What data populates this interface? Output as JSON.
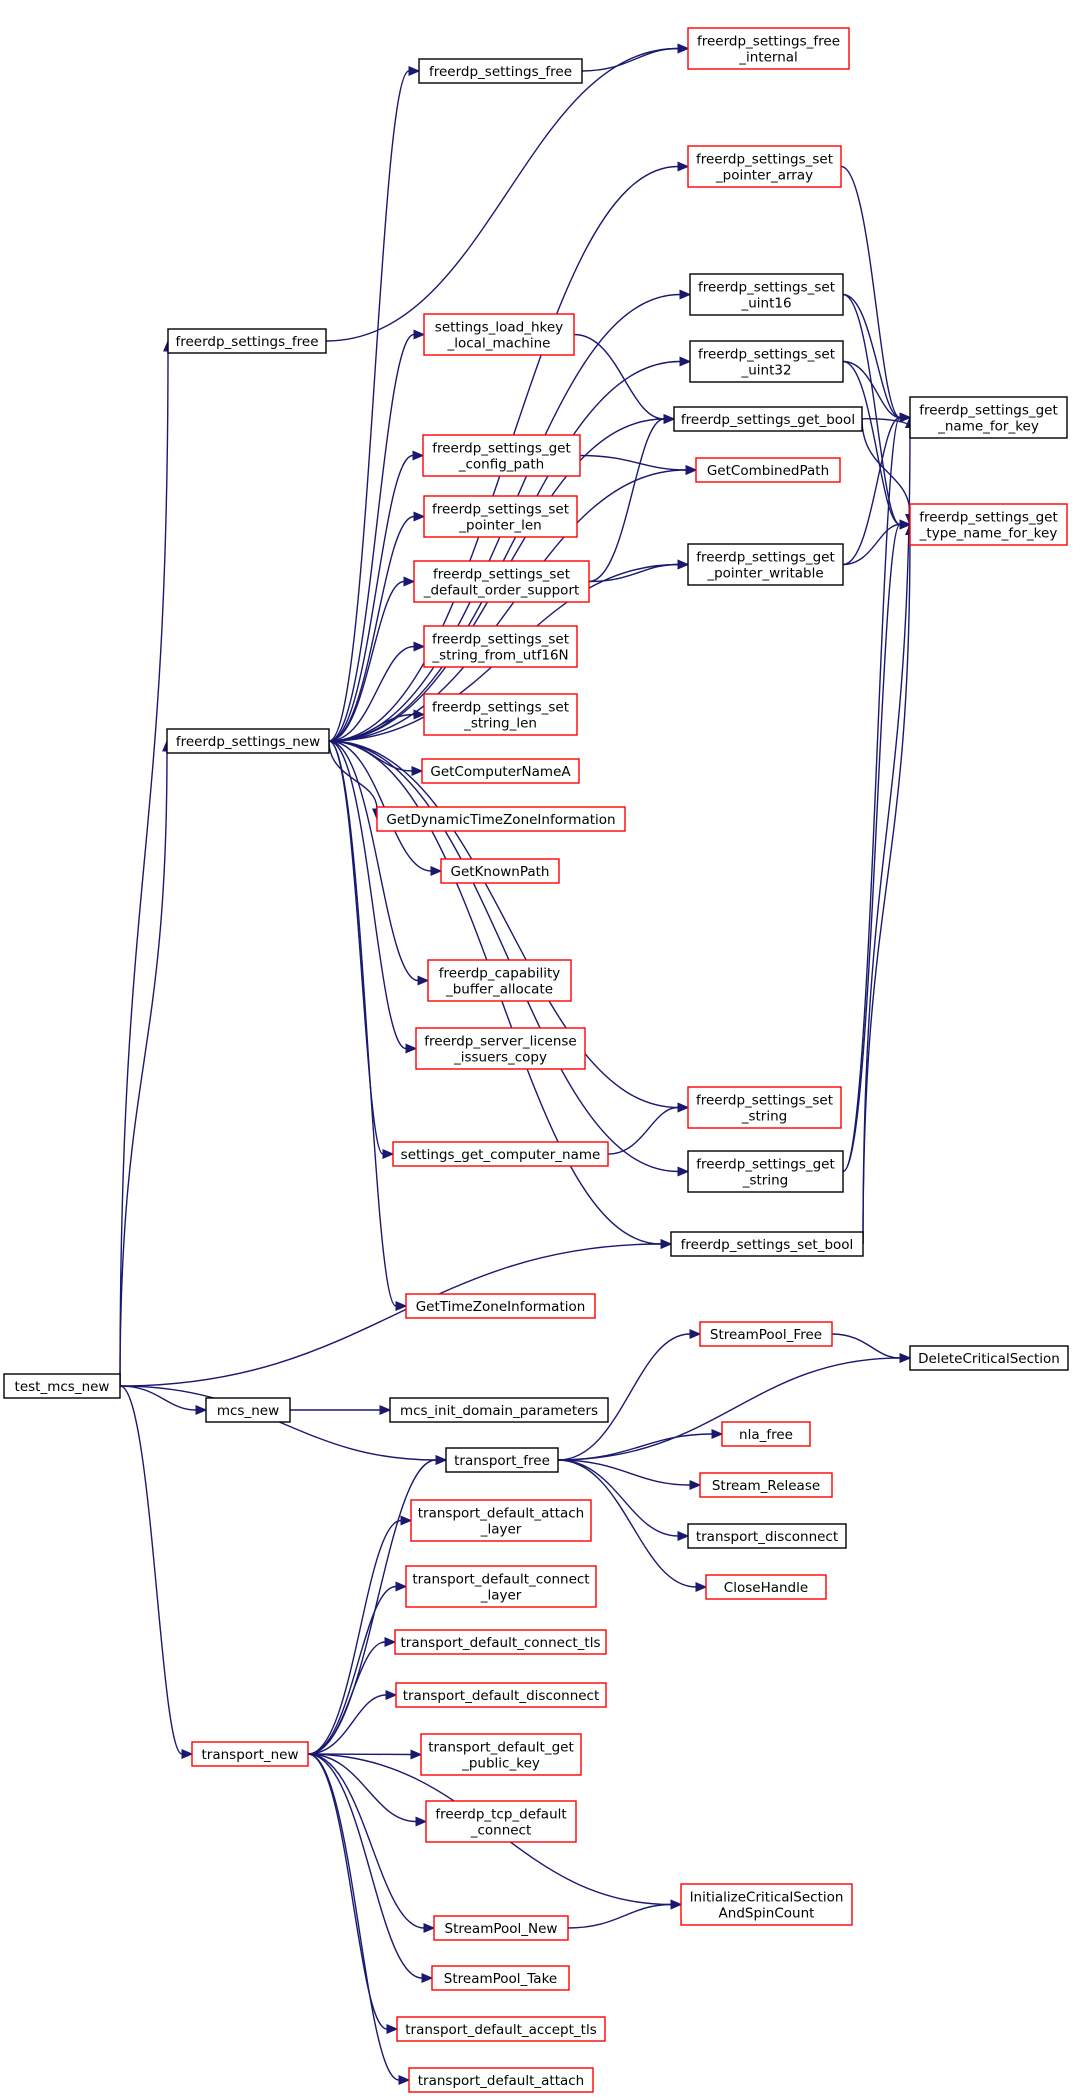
{
  "colors": {
    "edge": "#191970",
    "border_documented": "#000000",
    "border_undocumented": "#ff0000",
    "root_fill": "#bfbfbf",
    "background": "#ffffff"
  },
  "nodes": [
    {
      "id": "test_mcs_new",
      "lines": [
        "test_mcs_new"
      ],
      "kind": "root"
    },
    {
      "id": "settings_free_top",
      "lines": [
        "freerdp_settings_free"
      ],
      "kind": "black"
    },
    {
      "id": "settings_free_mid",
      "lines": [
        "freerdp_settings_free"
      ],
      "kind": "black"
    },
    {
      "id": "settings_free_internal",
      "lines": [
        "freerdp_settings_free",
        "_internal"
      ],
      "kind": "red"
    },
    {
      "id": "set_pointer_array",
      "lines": [
        "freerdp_settings_set",
        "_pointer_array"
      ],
      "kind": "red"
    },
    {
      "id": "set_uint16",
      "lines": [
        "freerdp_settings_set",
        "_uint16"
      ],
      "kind": "black"
    },
    {
      "id": "set_uint32",
      "lines": [
        "freerdp_settings_set",
        "_uint32"
      ],
      "kind": "black"
    },
    {
      "id": "load_hkey",
      "lines": [
        "settings_load_hkey",
        "_local_machine"
      ],
      "kind": "red"
    },
    {
      "id": "get_bool",
      "lines": [
        "freerdp_settings_get_bool"
      ],
      "kind": "black"
    },
    {
      "id": "get_name_for_key",
      "lines": [
        "freerdp_settings_get",
        "_name_for_key"
      ],
      "kind": "black"
    },
    {
      "id": "get_config_path",
      "lines": [
        "freerdp_settings_get",
        "_config_path"
      ],
      "kind": "red"
    },
    {
      "id": "get_combined_path",
      "lines": [
        "GetCombinedPath"
      ],
      "kind": "red"
    },
    {
      "id": "set_pointer_len",
      "lines": [
        "freerdp_settings_set",
        "_pointer_len"
      ],
      "kind": "red"
    },
    {
      "id": "get_type_name_for_key",
      "lines": [
        "freerdp_settings_get",
        "_type_name_for_key"
      ],
      "kind": "red"
    },
    {
      "id": "set_default_order_support",
      "lines": [
        "freerdp_settings_set",
        "_default_order_support"
      ],
      "kind": "red"
    },
    {
      "id": "get_pointer_writable",
      "lines": [
        "freerdp_settings_get",
        "_pointer_writable"
      ],
      "kind": "black"
    },
    {
      "id": "set_string_from_utf16n",
      "lines": [
        "freerdp_settings_set",
        "_string_from_utf16N"
      ],
      "kind": "red"
    },
    {
      "id": "set_string_len",
      "lines": [
        "freerdp_settings_set",
        "_string_len"
      ],
      "kind": "red"
    },
    {
      "id": "settings_new",
      "lines": [
        "freerdp_settings_new"
      ],
      "kind": "black"
    },
    {
      "id": "get_computer_name_a",
      "lines": [
        "GetComputerNameA"
      ],
      "kind": "red"
    },
    {
      "id": "get_dynamic_tz",
      "lines": [
        "GetDynamicTimeZoneInformation"
      ],
      "kind": "red"
    },
    {
      "id": "get_known_path",
      "lines": [
        "GetKnownPath"
      ],
      "kind": "red"
    },
    {
      "id": "capability_buffer_allocate",
      "lines": [
        "freerdp_capability",
        "_buffer_allocate"
      ],
      "kind": "red"
    },
    {
      "id": "server_license_issuers_copy",
      "lines": [
        "freerdp_server_license",
        "_issuers_copy"
      ],
      "kind": "red"
    },
    {
      "id": "set_string",
      "lines": [
        "freerdp_settings_set",
        "_string"
      ],
      "kind": "red"
    },
    {
      "id": "get_computer_name",
      "lines": [
        "settings_get_computer_name"
      ],
      "kind": "red"
    },
    {
      "id": "get_string",
      "lines": [
        "freerdp_settings_get",
        "_string"
      ],
      "kind": "black"
    },
    {
      "id": "set_bool",
      "lines": [
        "freerdp_settings_set_bool"
      ],
      "kind": "black"
    },
    {
      "id": "get_tz",
      "lines": [
        "GetTimeZoneInformation"
      ],
      "kind": "red"
    },
    {
      "id": "streampool_free",
      "lines": [
        "StreamPool_Free"
      ],
      "kind": "red"
    },
    {
      "id": "delete_critical_section",
      "lines": [
        "DeleteCriticalSection"
      ],
      "kind": "black"
    },
    {
      "id": "mcs_new",
      "lines": [
        "mcs_new"
      ],
      "kind": "black"
    },
    {
      "id": "mcs_init_domain_parameters",
      "lines": [
        "mcs_init_domain_parameters"
      ],
      "kind": "black"
    },
    {
      "id": "nla_free",
      "lines": [
        "nla_free"
      ],
      "kind": "red"
    },
    {
      "id": "transport_free",
      "lines": [
        "transport_free"
      ],
      "kind": "black"
    },
    {
      "id": "stream_release",
      "lines": [
        "Stream_Release"
      ],
      "kind": "red"
    },
    {
      "id": "transport_disconnect",
      "lines": [
        "transport_disconnect"
      ],
      "kind": "black"
    },
    {
      "id": "close_handle",
      "lines": [
        "CloseHandle"
      ],
      "kind": "red"
    },
    {
      "id": "attach_layer",
      "lines": [
        "transport_default_attach",
        "_layer"
      ],
      "kind": "red"
    },
    {
      "id": "connect_layer",
      "lines": [
        "transport_default_connect",
        "_layer"
      ],
      "kind": "red"
    },
    {
      "id": "connect_tls",
      "lines": [
        "transport_default_connect_tls"
      ],
      "kind": "red"
    },
    {
      "id": "default_disconnect",
      "lines": [
        "transport_default_disconnect"
      ],
      "kind": "red"
    },
    {
      "id": "get_public_key",
      "lines": [
        "transport_default_get",
        "_public_key"
      ],
      "kind": "red"
    },
    {
      "id": "tcp_default_connect",
      "lines": [
        "freerdp_tcp_default",
        "_connect"
      ],
      "kind": "red"
    },
    {
      "id": "transport_new",
      "lines": [
        "transport_new"
      ],
      "kind": "red"
    },
    {
      "id": "init_critical_section",
      "lines": [
        "InitializeCriticalSection",
        "AndSpinCount"
      ],
      "kind": "red"
    },
    {
      "id": "streampool_new",
      "lines": [
        "StreamPool_New"
      ],
      "kind": "red"
    },
    {
      "id": "streampool_take",
      "lines": [
        "StreamPool_Take"
      ],
      "kind": "red"
    },
    {
      "id": "accept_tls",
      "lines": [
        "transport_default_accept_tls"
      ],
      "kind": "red"
    },
    {
      "id": "default_attach",
      "lines": [
        "transport_default_attach"
      ],
      "kind": "red"
    }
  ],
  "edges": [
    [
      "test_mcs_new",
      "settings_free_top"
    ],
    [
      "test_mcs_new",
      "settings_new"
    ],
    [
      "test_mcs_new",
      "set_bool"
    ],
    [
      "test_mcs_new",
      "mcs_new"
    ],
    [
      "test_mcs_new",
      "transport_free"
    ],
    [
      "test_mcs_new",
      "transport_new"
    ],
    [
      "settings_free_top",
      "settings_free_internal"
    ],
    [
      "settings_free_mid",
      "settings_free_internal"
    ],
    [
      "settings_new",
      "settings_free_mid"
    ],
    [
      "settings_new",
      "set_pointer_array"
    ],
    [
      "settings_new",
      "set_uint16"
    ],
    [
      "settings_new",
      "set_uint32"
    ],
    [
      "settings_new",
      "load_hkey"
    ],
    [
      "settings_new",
      "get_bool"
    ],
    [
      "settings_new",
      "get_config_path"
    ],
    [
      "settings_new",
      "get_combined_path"
    ],
    [
      "settings_new",
      "set_pointer_len"
    ],
    [
      "settings_new",
      "set_default_order_support"
    ],
    [
      "settings_new",
      "set_string_from_utf16n"
    ],
    [
      "settings_new",
      "set_string_len"
    ],
    [
      "settings_new",
      "get_computer_name_a"
    ],
    [
      "settings_new",
      "get_dynamic_tz"
    ],
    [
      "settings_new",
      "get_known_path"
    ],
    [
      "settings_new",
      "get_pointer_writable"
    ],
    [
      "settings_new",
      "capability_buffer_allocate"
    ],
    [
      "settings_new",
      "server_license_issuers_copy"
    ],
    [
      "settings_new",
      "set_string"
    ],
    [
      "settings_new",
      "get_computer_name"
    ],
    [
      "settings_new",
      "get_string"
    ],
    [
      "settings_new",
      "set_bool"
    ],
    [
      "settings_new",
      "get_tz"
    ],
    [
      "set_pointer_array",
      "get_name_for_key"
    ],
    [
      "set_uint16",
      "get_name_for_key"
    ],
    [
      "set_uint16",
      "get_type_name_for_key"
    ],
    [
      "set_uint32",
      "get_name_for_key"
    ],
    [
      "set_uint32",
      "get_type_name_for_key"
    ],
    [
      "load_hkey",
      "get_bool"
    ],
    [
      "get_bool",
      "get_name_for_key"
    ],
    [
      "get_bool",
      "get_type_name_for_key"
    ],
    [
      "get_config_path",
      "get_combined_path"
    ],
    [
      "set_default_order_support",
      "get_bool"
    ],
    [
      "set_default_order_support",
      "get_pointer_writable"
    ],
    [
      "get_pointer_writable",
      "get_name_for_key"
    ],
    [
      "get_pointer_writable",
      "get_type_name_for_key"
    ],
    [
      "get_computer_name",
      "set_string"
    ],
    [
      "get_string",
      "get_name_for_key"
    ],
    [
      "get_string",
      "get_type_name_for_key"
    ],
    [
      "set_bool",
      "get_name_for_key"
    ],
    [
      "set_bool",
      "get_type_name_for_key"
    ],
    [
      "mcs_new",
      "mcs_init_domain_parameters"
    ],
    [
      "transport_free",
      "streampool_free"
    ],
    [
      "transport_free",
      "delete_critical_section"
    ],
    [
      "transport_free",
      "nla_free"
    ],
    [
      "transport_free",
      "stream_release"
    ],
    [
      "transport_free",
      "transport_disconnect"
    ],
    [
      "transport_free",
      "close_handle"
    ],
    [
      "streampool_free",
      "delete_critical_section"
    ],
    [
      "transport_new",
      "transport_free"
    ],
    [
      "transport_new",
      "attach_layer"
    ],
    [
      "transport_new",
      "connect_layer"
    ],
    [
      "transport_new",
      "connect_tls"
    ],
    [
      "transport_new",
      "default_disconnect"
    ],
    [
      "transport_new",
      "get_public_key"
    ],
    [
      "transport_new",
      "tcp_default_connect"
    ],
    [
      "transport_new",
      "init_critical_section"
    ],
    [
      "transport_new",
      "streampool_new"
    ],
    [
      "transport_new",
      "streampool_take"
    ],
    [
      "transport_new",
      "accept_tls"
    ],
    [
      "transport_new",
      "default_attach"
    ],
    [
      "streampool_new",
      "init_critical_section"
    ]
  ]
}
